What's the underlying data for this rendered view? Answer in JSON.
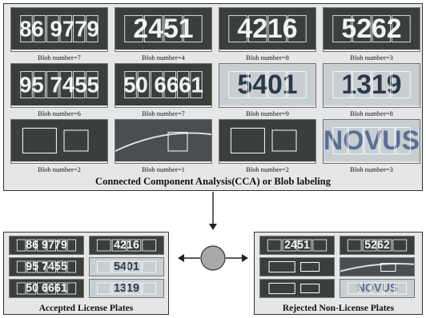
{
  "top_panel": {
    "title": "Connected Component Analysis(CCA) or Blob labeling",
    "cells": [
      {
        "text": "86 9779",
        "style": "dark",
        "caption": "Blob number=7"
      },
      {
        "text": "2451",
        "style": "dark",
        "caption": "Blob number=4"
      },
      {
        "text": "4216",
        "style": "dark",
        "caption": "Blob number=8"
      },
      {
        "text": "5262",
        "style": "dark",
        "caption": "Blob number=3"
      },
      {
        "text": "95 7455",
        "style": "dark",
        "caption": "Blob number=6"
      },
      {
        "text": "50 6661",
        "style": "dark",
        "caption": "Blob number=7"
      },
      {
        "text": "5401",
        "style": "light",
        "caption": "Blob number=9"
      },
      {
        "text": "1319",
        "style": "light",
        "caption": "Blob number=8"
      },
      {
        "text": "",
        "style": "dark",
        "caption": "Blob number=2"
      },
      {
        "text": "",
        "style": "car",
        "caption": "Blob number=1"
      },
      {
        "text": "",
        "style": "dark",
        "caption": "Blob number=2"
      },
      {
        "text": "NOVUS",
        "style": "novus",
        "caption": "Blob number=3"
      }
    ]
  },
  "accepted": {
    "title": "Accepted License Plates",
    "items": [
      "86 9779",
      "4216",
      "95 7455",
      "5401",
      "50 6661",
      "1319"
    ]
  },
  "rejected": {
    "title": "Rejected Non-License Plates",
    "items": [
      "2451",
      "5262",
      "",
      "",
      "",
      "NOVUS"
    ]
  },
  "colors": {
    "panel_bg": "#e6e6e6",
    "plate_dark": "#3a3f3b",
    "plate_light": "#c8cfd2",
    "text_light": "#f2f2f2",
    "box": "#ffffff"
  }
}
